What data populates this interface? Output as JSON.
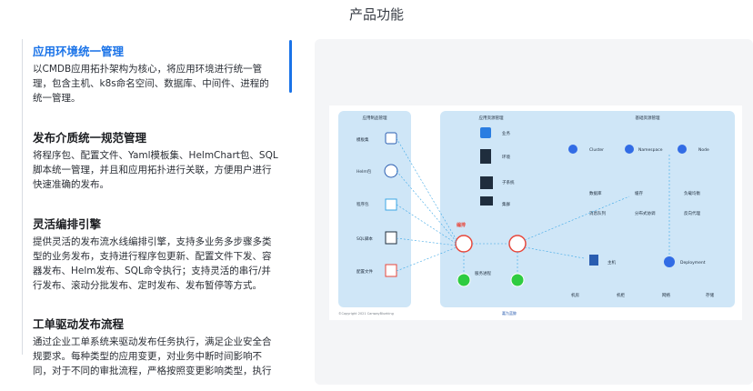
{
  "page": {
    "title": "产品功能"
  },
  "features": [
    {
      "title": "应用环境统一管理",
      "lines": [
        "以CMDB应用拓扑架构为核心，将应用环境进行统一管",
        "理，包含主机、k8s命名空间、数据库、中间件、进程的",
        "统一管理。"
      ]
    },
    {
      "title": "发布介质统一规范管理",
      "lines": [
        "将程序包、配置文件、Yaml模板集、HelmChart包、SQL",
        "脚本统一管理，并且和应用拓扑进行关联，方便用户进行",
        "快速准确的发布。"
      ]
    },
    {
      "title": "灵活编排引擎",
      "lines": [
        "提供灵活的发布流水线编排引擎，支持多业务多步骤多类",
        "型的业务发布，支持进行程序包更新、配置文件下发、容",
        "器发布、Helm发布、SQL命令执行；支持灵活的串行/并",
        "行发布、滚动分批发布、定时发布、发布暂停等方式。"
      ]
    },
    {
      "title": "工单驱动发布流程",
      "lines": [
        "通过企业工单系统来驱动发布任务执行，满足企业安全合",
        "规要求。每种类型的应用变更，对业务中断时间影响不",
        "同，对于不同的审批流程，严格按照变更影响类型，执行"
      ]
    }
  ],
  "diagram": {
    "left_title": "应用制品管理",
    "left_items": [
      "模板集",
      "Helm包",
      "程序包",
      "SQL脚本",
      "配置文件"
    ],
    "mid_title": "应用资源管理",
    "mid_items": [
      "业务",
      "环境",
      "子系统",
      "集群"
    ],
    "mid_label_orchestrate": "编排",
    "mid_label_service": "服务进程",
    "right_title": "基础资源管理",
    "right_top": [
      "Cluster",
      "Namespace",
      "Node"
    ],
    "right_row1": [
      "数据库",
      "缓存",
      "负载均衡"
    ],
    "right_row2": [
      "消息队列",
      "分布式协调",
      "反向代理"
    ],
    "right_host": "主机",
    "right_deploy": "Deployment",
    "right_bottom": [
      "机房",
      "机柜",
      "网络",
      "存储"
    ],
    "footer_left": "©Copyright 2021 CanwayBlueking",
    "footer_logo": "嘉为蓝鲸",
    "colors": {
      "panel": "#cfe6f7",
      "accent_red": "#e8473b",
      "accent_green": "#2ecc40",
      "line": "#3ba7e6"
    }
  }
}
